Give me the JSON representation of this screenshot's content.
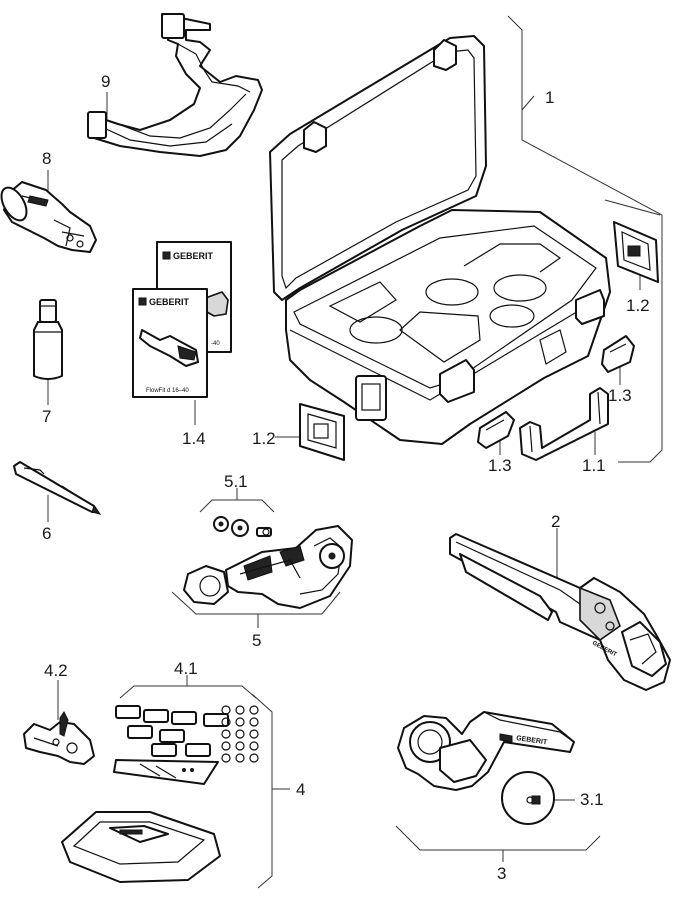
{
  "labels": {
    "case": "1",
    "case_insert_bracket": "1.1",
    "case_clip_left": "1.2",
    "case_clip_right": "1.2",
    "case_latch_left": "1.3",
    "case_latch_right": "1.3",
    "booklet": "1.4",
    "pressing_tool": "2",
    "pipe_cutter_set": "3",
    "cutter_wheel": "3.1",
    "tool_set": "4",
    "insert_set": "4.1",
    "deburring_tool": "4.2",
    "tube_cutter": "5",
    "cutter_spares": "5.1",
    "marker_pen": "6",
    "lubricant_bottle": "7",
    "calibration_tool": "8",
    "shoulder_strap": "9"
  },
  "booklet": {
    "brand_front": "GEBERIT",
    "brand_back": "GEBERIT",
    "caption": "FlowFit d 16–40",
    "back_caption": "-40"
  },
  "tool_brand": "GEBERIT"
}
